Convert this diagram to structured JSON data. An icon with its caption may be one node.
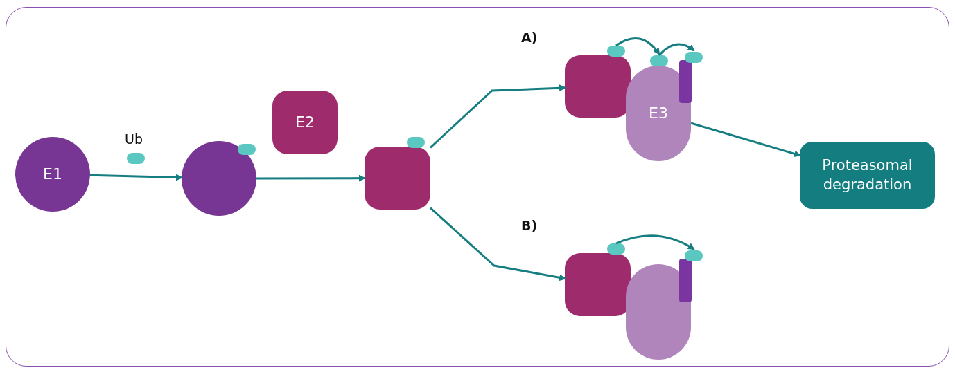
{
  "diagram": {
    "nodes": [
      {
        "text": [
          "E1"
        ]
      },
      {
        "text": [],
        "shape": "circle"
      },
      {
        "text": [
          "E2"
        ]
      },
      {
        "text": [],
        "shape": "box"
      },
      {
        "text": [],
        "shape": "box"
      },
      {
        "text": [],
        "shape": "pill"
      },
      {
        "text": [
          "E3"
        ]
      },
      {
        "text": [],
        "shape": "pill"
      },
      {
        "text": [],
        "shape": "bar"
      },
      {
        "text": [],
        "shape": "pill"
      },
      {
        "text": [],
        "shape": "box"
      },
      {
        "text": [],
        "shape": "pill"
      },
      {
        "text": [],
        "shape": "capsule"
      },
      {
        "text": [],
        "shape": "bar"
      },
      {
        "text": [],
        "shape": "pill"
      },
      {
        "text": [
          "Proteasomal degradation"
        ]
      }
    ],
    "edges": [
      {
        "from": 0,
        "to": 1,
        "arrow": "to"
      },
      {
        "from": 1,
        "to": 3,
        "arrow": "to"
      },
      {
        "from": 3,
        "to": 4,
        "arrow": "to"
      },
      {
        "from": 3,
        "to": 10,
        "arrow": "to"
      },
      {
        "from": 6,
        "to": 15,
        "arrow": "to"
      },
      {
        "from": 5,
        "to": 7,
        "arrow": "to"
      },
      {
        "from": 7,
        "to": 9,
        "arrow": "to"
      },
      {
        "from": 11,
        "to": 14,
        "arrow": "to"
      }
    ],
    "labels": [
      "Ub",
      "A)",
      "B)"
    ]
  }
}
